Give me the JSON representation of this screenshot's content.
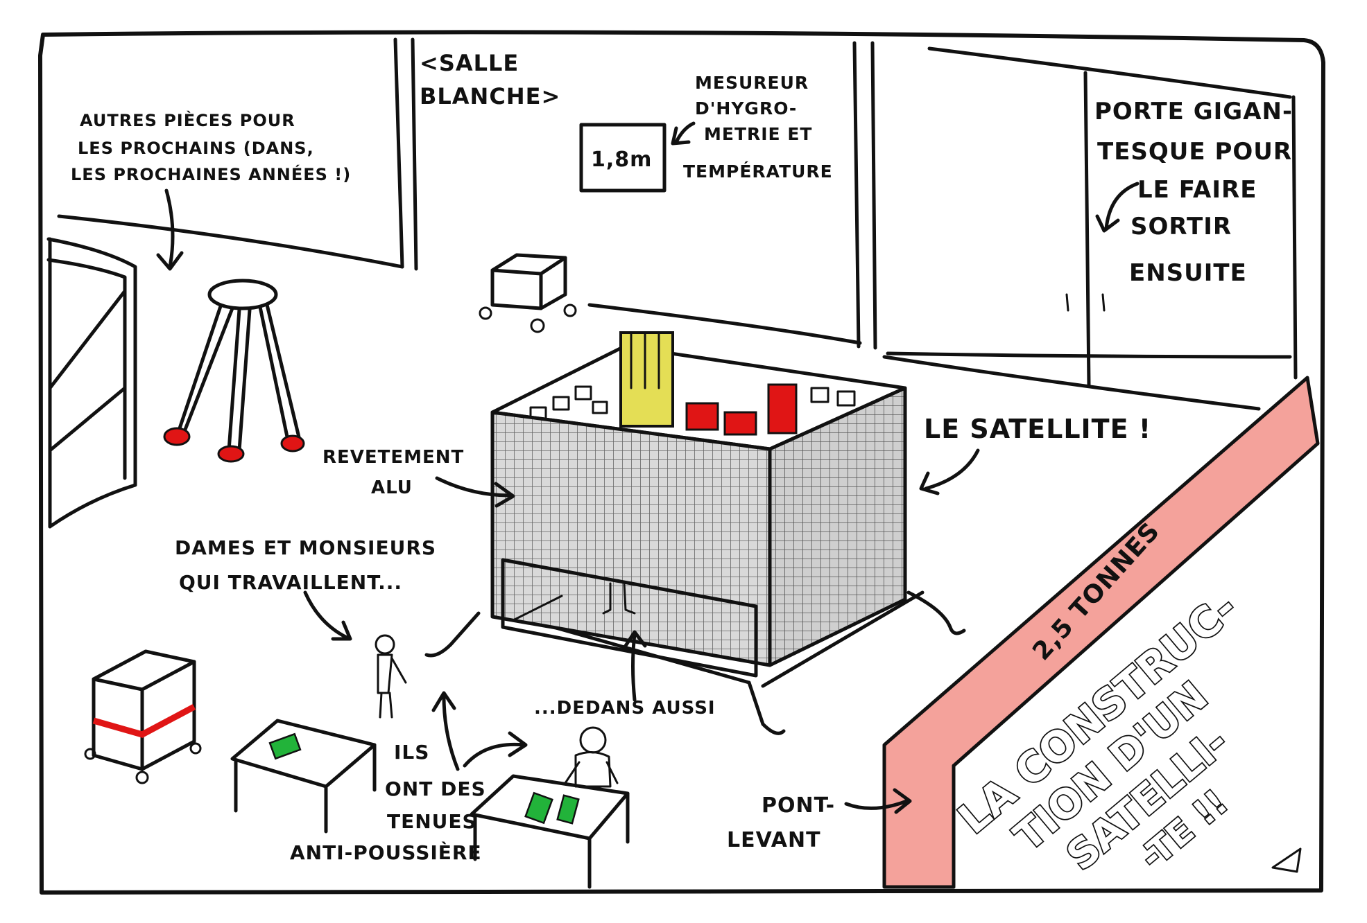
{
  "labels": {
    "other_rooms": [
      "AUTRES PIÈCES POUR",
      "LES PROCHAINS (DANS,",
      "LES PROCHAINES ANNÉES !)"
    ],
    "clean_room": [
      "<SALLE",
      "BLANCHE>"
    ],
    "hygrometer_display": "1,8m",
    "hygrometer": [
      "MESUREUR",
      "D'HYGRO-",
      "METRIE ET",
      "TEMPÉRATURE"
    ],
    "door": [
      "PORTE GIGAN-",
      "TESQUE POUR",
      "LE FAIRE",
      "SORTIR",
      "ENSUITE"
    ],
    "satellite": "LE SATELLITE !",
    "coating": [
      "REVETEMENT",
      "ALU"
    ],
    "workers": [
      "DAMES ET MONSIEURS",
      "QUI TRAVAILLENT..."
    ],
    "inside": "...DEDANS AUSSI",
    "suits": [
      "ILS",
      "ONT DES",
      "TENUES",
      "ANTI-POUSSIÈRE"
    ],
    "bridge": [
      "PONT-",
      "LEVANT"
    ],
    "weight": "2,5 TONNES",
    "title": [
      "LA CONSTRUC-",
      "TION D'UN",
      "SATELLI-",
      "-TE !!"
    ]
  },
  "colors": {
    "ink": "#111111",
    "red": "#e01515",
    "yellow": "#e4de55",
    "pink": "#f4a29b",
    "green": "#22b33a",
    "grid": "#777777"
  },
  "icons": [
    "arrow-icon",
    "stool-icon",
    "cart-icon",
    "satellite-icon",
    "worker-icon",
    "table-icon"
  ]
}
